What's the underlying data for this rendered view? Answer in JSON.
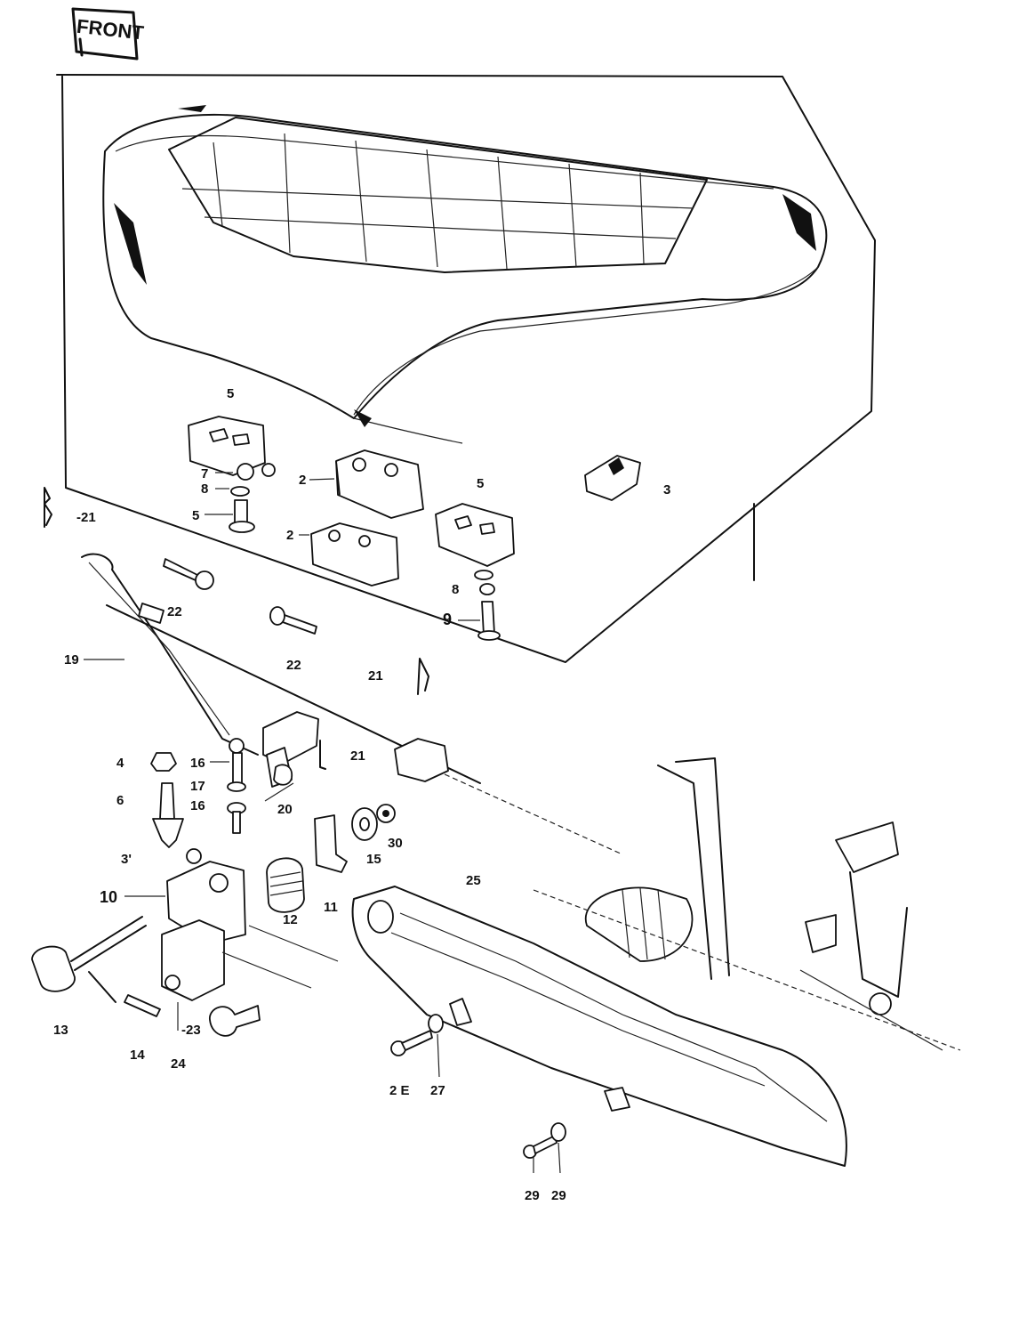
{
  "badge": {
    "text": "FRONT"
  },
  "labels": {
    "l5a": "5",
    "l7": "7",
    "l8a": "8",
    "l5b": "5",
    "l2a": "2",
    "l2b": "2",
    "l5c": "5",
    "l3": "3",
    "l8b": "8",
    "l9": "9",
    "l21a": "-21",
    "l22a": "22",
    "l22b": "22",
    "l21b": "21",
    "l19": "19",
    "l4": "4",
    "l16a": "16",
    "l17": "17",
    "l16b": "16",
    "l6": "6",
    "l21c": "21",
    "l20": "20",
    "l31": "3'",
    "l10": "10",
    "l12": "12",
    "l11": "11",
    "l15": "15",
    "l30": "30",
    "l25": "25",
    "l13": "13",
    "l14": "14",
    "l23": "-23",
    "l24": "24",
    "l26": "2 E",
    "l27": "27",
    "l29a": "29",
    "l29b": "29"
  }
}
